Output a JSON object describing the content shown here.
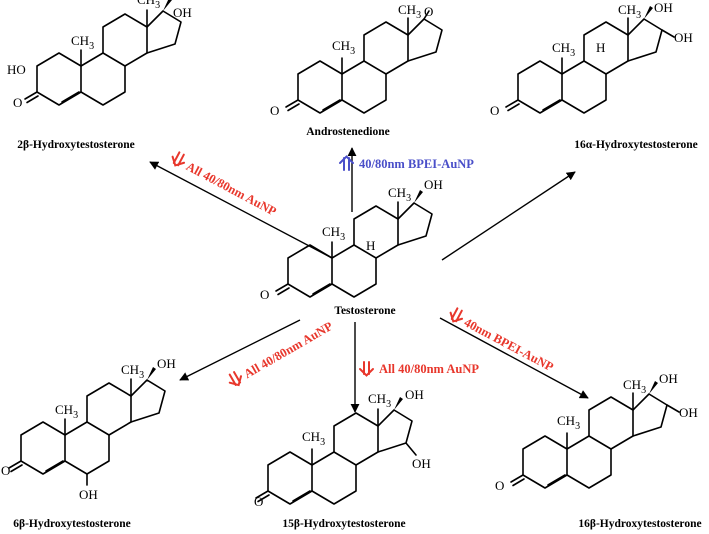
{
  "colors": {
    "down_arrow_red": "#e8372c",
    "up_arrow_blue": "#4a4fc9",
    "bonds": "#000000"
  },
  "atoms": {
    "methyl": "CH3",
    "hydroxyl": "OH",
    "oxygen": "O",
    "hydrogen": "H",
    "hydroxyl_prefix": "HO"
  },
  "compounds": {
    "center": "Testosterone",
    "top_left": "2β-Hydroxytestosterone",
    "top_center": "Androstenedione",
    "top_right": "16α-Hydroxytestosterone",
    "bottom_left": "6β-Hydroxytestosterone",
    "bottom_center": "15β-Hydroxytestosterone",
    "bottom_right": "16β-Hydroxytestosterone"
  },
  "effects": {
    "top_left": {
      "icon": "double-down-arrow-icon",
      "label": "All 40/80nm AuNP"
    },
    "top_center": {
      "icon": "double-up-arrow-icon",
      "label": "40/80nm BPEI-AuNP"
    },
    "bottom_left": {
      "icon": "double-down-arrow-icon",
      "label": "All 40/80nm AuNP"
    },
    "bottom_center": {
      "icon": "double-down-arrow-icon",
      "label": "All 40/80nm AuNP"
    },
    "bottom_right": {
      "icon": "double-down-arrow-icon",
      "label": "40nm BPEI-AuNP"
    }
  }
}
